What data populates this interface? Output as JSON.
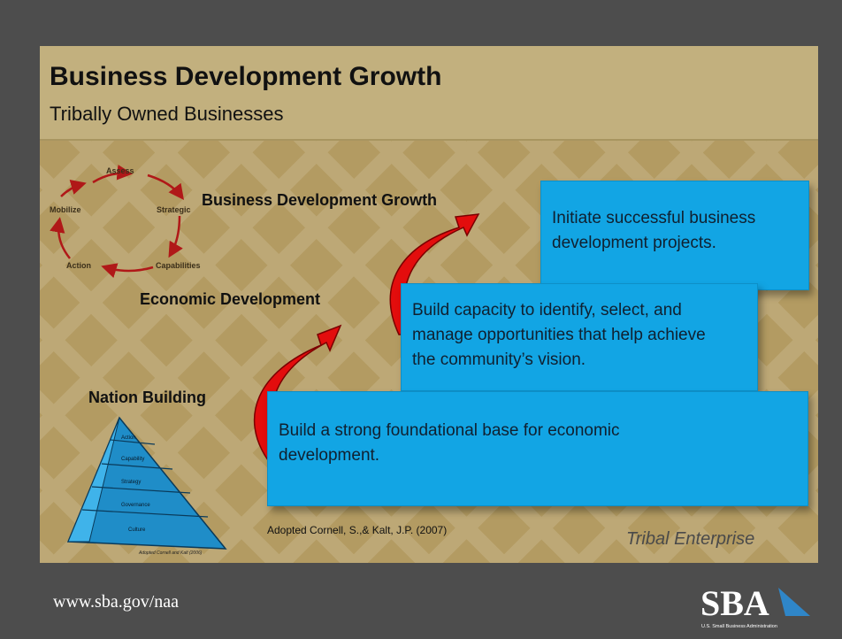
{
  "slide": {
    "title": "Business Development Growth",
    "subtitle": "Tribally Owned Businesses"
  },
  "cycle": {
    "items": [
      "Assess",
      "Strategic",
      "Capabilities",
      "Action",
      "Mobilize"
    ]
  },
  "pyramid": {
    "levels": [
      "Action",
      "Capability",
      "Strategy",
      "Governance",
      "Culture"
    ],
    "caption": "Adopted Cornell and Kalt (2006)"
  },
  "stages": {
    "top_label": "Business Development Growth",
    "middle_label": "Economic Development",
    "bottom_label": "Nation Building"
  },
  "boxes": {
    "top": [
      "Initiate successful business",
      "development projects."
    ],
    "middle": [
      "Build capacity to identify, select, and",
      "manage opportunities that help achieve",
      "the community’s vision."
    ],
    "bottom": [
      "Build a strong foundational base for economic",
      "development."
    ]
  },
  "citation": "Adopted Cornell, S.,& Kalt, J.P. (2007)",
  "tag": "Tribal Enterprise",
  "footer": {
    "url": "www.sba.gov/naa",
    "logo_text": "SBA",
    "logo_subtext": "U.S. Small Business Administration"
  },
  "colors": {
    "box_blue": "#12a5e4",
    "arrow_red": "#e30d0d",
    "slide_tan": "#b39b62",
    "frame_gray": "#4d4d4d"
  }
}
